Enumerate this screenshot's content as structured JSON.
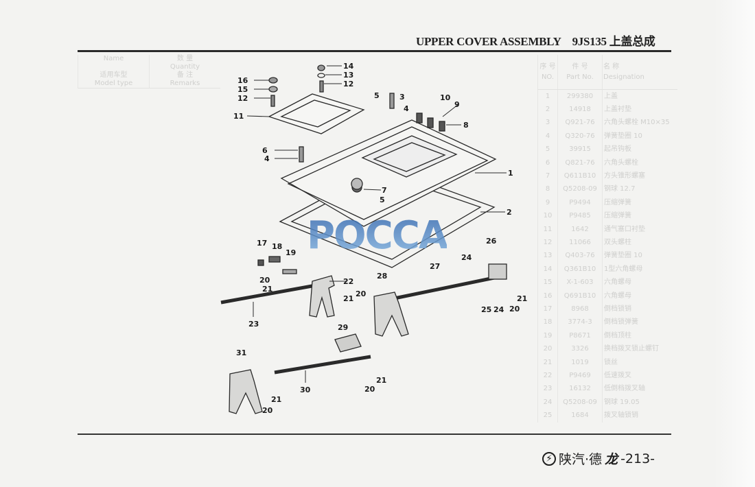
{
  "header": {
    "title_en": "UPPER COVER ASSEMBLY",
    "title_code": "9JS135 上盖总成"
  },
  "footer": {
    "logo": "⚡",
    "brand": "陕汽·德",
    "brand2": "龙",
    "page": "-213-"
  },
  "watermark": "POCCA",
  "bleed_table": {
    "headers": [
      {
        "cn": "序 号",
        "en": "NO."
      },
      {
        "cn": "件 号",
        "en": "Part No."
      },
      {
        "cn": "名 称",
        "en": "Designation"
      },
      {
        "cn": "",
        "en": "Name"
      },
      {
        "cn": "数 量",
        "en": "Quantity"
      },
      {
        "cn": "适用车型",
        "en": "Model type"
      },
      {
        "cn": "备 注",
        "en": "Remarks"
      }
    ],
    "rows": [
      [
        "1",
        "299380",
        "上盖"
      ],
      [
        "2",
        "14918",
        "上盖衬垫"
      ],
      [
        "3",
        "Q921-76",
        "六角头螺栓 M10×35"
      ],
      [
        "4",
        "Q320-76",
        "弹簧垫圈 10"
      ],
      [
        "5",
        "39915",
        "起吊钩板"
      ],
      [
        "6",
        "Q821-76",
        "六角头螺栓"
      ],
      [
        "7",
        "Q611B10",
        "方头锥形螺塞"
      ],
      [
        "8",
        "Q5208-09",
        "钢球 12.7"
      ],
      [
        "9",
        "P9494",
        "压缩弹簧"
      ],
      [
        "10",
        "P9485",
        "压缩弹簧"
      ],
      [
        "11",
        "1642",
        "通气塞口衬垫"
      ],
      [
        "12",
        "11066",
        "双头螺柱"
      ],
      [
        "13",
        "Q403-76",
        "弹簧垫圈 10"
      ],
      [
        "14",
        "Q361B10",
        "1型六角螺母"
      ],
      [
        "15",
        "X-1-603",
        "六角螺母"
      ],
      [
        "16",
        "Q691B10",
        "六角螺母"
      ],
      [
        "17",
        "8968",
        "倒档锁销"
      ],
      [
        "18",
        "3774-3",
        "倒档锁弹簧"
      ],
      [
        "19",
        "P8671",
        "倒档顶柱"
      ],
      [
        "20",
        "3326",
        "换档拨叉锁止螺钉"
      ],
      [
        "21",
        "1019",
        "锁丝"
      ],
      [
        "22",
        "P9469",
        "低速拨叉"
      ],
      [
        "23",
        "16132",
        "低倒档拨叉轴"
      ],
      [
        "24",
        "Q5208-09",
        "钢球 19.05"
      ],
      [
        "25",
        "1684",
        "拨叉轴锁销"
      ]
    ]
  },
  "callouts": [
    "14",
    "13",
    "12",
    "16",
    "15",
    "12",
    "11",
    "5",
    "3",
    "4",
    "10",
    "9",
    "8",
    "1",
    "6",
    "4",
    "7",
    "5",
    "2",
    "26",
    "17",
    "18",
    "19",
    "24",
    "27",
    "28",
    "22",
    "20",
    "21",
    "23",
    "20",
    "21",
    "25",
    "24",
    "21",
    "20",
    "29",
    "31",
    "21",
    "20",
    "30",
    "21",
    "20"
  ]
}
